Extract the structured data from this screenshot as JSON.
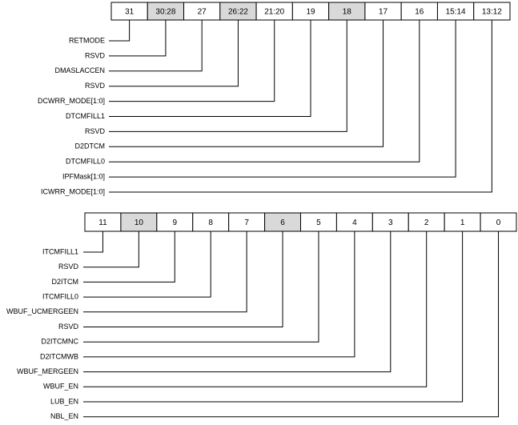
{
  "colors": {
    "reserved": "#d9d9d9",
    "normal": "#ffffff",
    "line": "#000000"
  },
  "register_high": {
    "cells": [
      {
        "label": "31",
        "reserved": false
      },
      {
        "label": "30:28",
        "reserved": true
      },
      {
        "label": "27",
        "reserved": false
      },
      {
        "label": "26:22",
        "reserved": true
      },
      {
        "label": "21:20",
        "reserved": false
      },
      {
        "label": "19",
        "reserved": false
      },
      {
        "label": "18",
        "reserved": true
      },
      {
        "label": "17",
        "reserved": false
      },
      {
        "label": "16",
        "reserved": false
      },
      {
        "label": "15:14",
        "reserved": false
      },
      {
        "label": "13:12",
        "reserved": false
      }
    ],
    "fields": [
      "RETMODE",
      "RSVD",
      "DMASLACCEN",
      "RSVD",
      "DCWRR_MODE[1:0]",
      "DTCMFILL1",
      "RSVD",
      "D2DTCM",
      "DTCMFILL0",
      "IPFMask[1:0]",
      "ICWRR_MODE[1:0]"
    ]
  },
  "register_low": {
    "cells": [
      {
        "label": "11",
        "reserved": false
      },
      {
        "label": "10",
        "reserved": true
      },
      {
        "label": "9",
        "reserved": false
      },
      {
        "label": "8",
        "reserved": false
      },
      {
        "label": "7",
        "reserved": false
      },
      {
        "label": "6",
        "reserved": true
      },
      {
        "label": "5",
        "reserved": false
      },
      {
        "label": "4",
        "reserved": false
      },
      {
        "label": "3",
        "reserved": false
      },
      {
        "label": "2",
        "reserved": false
      },
      {
        "label": "1",
        "reserved": false
      },
      {
        "label": "0",
        "reserved": false
      }
    ],
    "fields": [
      "ITCMFILL1",
      "RSVD",
      "D2ITCM",
      "ITCMFILL0",
      "WBUF_UCMERGEEN",
      "RSVD",
      "D2ITCMNC",
      "D2ITCMWB",
      "WBUF_MERGEEN",
      "WBUF_EN",
      "LUB_EN",
      "NBL_EN"
    ]
  }
}
